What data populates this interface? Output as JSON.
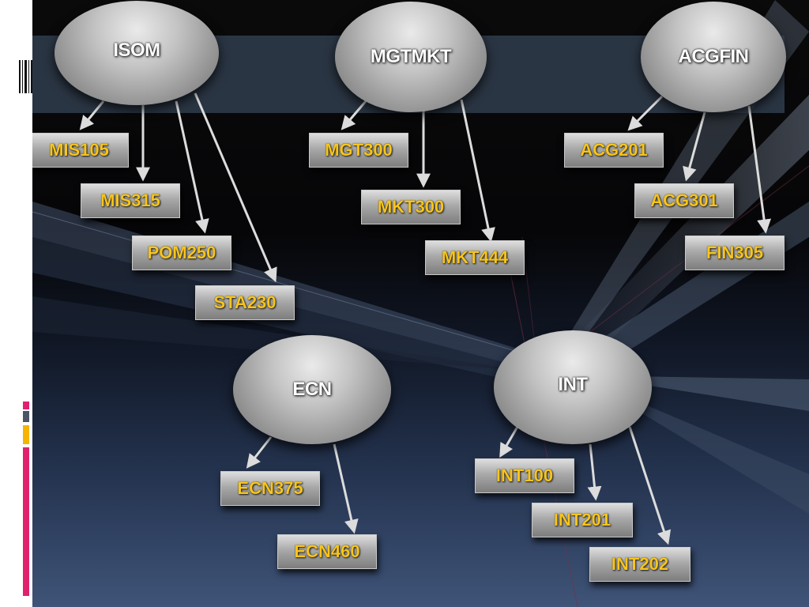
{
  "diagram": {
    "departments": [
      {
        "id": "isom",
        "label": "ISOM"
      },
      {
        "id": "mgtmkt",
        "label": "MGTMKT"
      },
      {
        "id": "acgfin",
        "label": "ACGFIN"
      },
      {
        "id": "ecn",
        "label": "ECN"
      },
      {
        "id": "int",
        "label": "INT"
      }
    ],
    "courses": {
      "isom": [
        "MIS105",
        "MIS315",
        "POM250",
        "STA230"
      ],
      "mgtmkt": [
        "MGT300",
        "MKT300",
        "MKT444"
      ],
      "acgfin": [
        "ACG201",
        "ACG301",
        "FIN305"
      ],
      "ecn": [
        "ECN375",
        "ECN460"
      ],
      "int": [
        "INT100",
        "INT201",
        "INT202"
      ]
    }
  },
  "colors": {
    "course_text": "#f7c51c",
    "node_text": "#ffffff",
    "arrow": "#dcdcdc",
    "accent_pink": "#e0226e",
    "accent_yellow": "#f5b400",
    "accent_slate": "#4a5568"
  }
}
